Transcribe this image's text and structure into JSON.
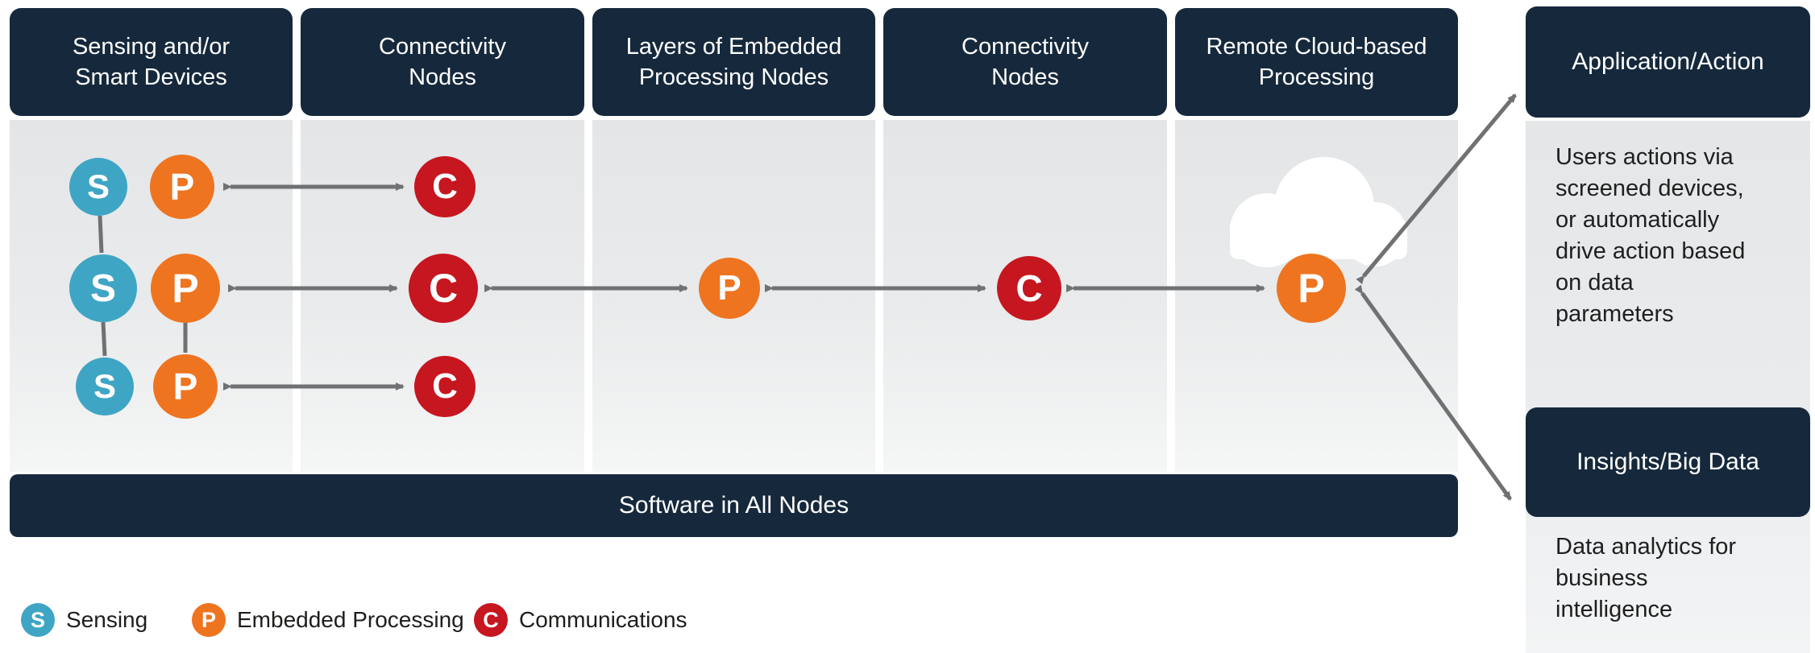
{
  "columns": [
    {
      "title": "Sensing and/or\nSmart Devices"
    },
    {
      "title": "Connectivity\nNodes"
    },
    {
      "title": "Layers of Embedded\nProcessing Nodes"
    },
    {
      "title": "Connectivity\nNodes"
    },
    {
      "title": "Remote Cloud-based\nProcessing"
    }
  ],
  "node_letters": {
    "sensing": "S",
    "processing": "P",
    "communications": "C"
  },
  "bottom_bar": {
    "label": "Software in All Nodes"
  },
  "legend": {
    "items": [
      {
        "symbol": "S",
        "label": "Sensing",
        "color": "#3fa5c4"
      },
      {
        "symbol": "P",
        "label": "Embedded Processing",
        "color": "#ee7420"
      },
      {
        "symbol": "C",
        "label": "Communications",
        "color": "#c6161f"
      }
    ]
  },
  "right_panel": {
    "application": {
      "title": "Application/Action",
      "body": "Users actions via\nscreened devices,\nor automatically\ndrive action based\non data\nparameters"
    },
    "insights": {
      "title": "Insights/Big Data",
      "body": "Data analytics for\nbusiness\nintelligence"
    }
  },
  "colors": {
    "header_navy": "#16293c",
    "sensing_blue": "#3fa5c4",
    "processing_orange": "#ee7420",
    "communications_red": "#c6161f",
    "arrow_gray": "#6f7173",
    "column_gray": "#e6e8ea",
    "cloud_white": "#ffffff"
  }
}
